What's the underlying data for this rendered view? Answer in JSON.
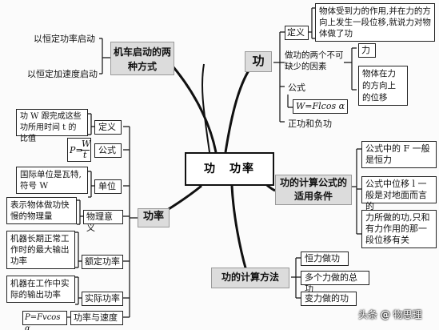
{
  "center": {
    "title": "功　功率"
  },
  "branches": {
    "gong": {
      "label": "功",
      "definition_tag": "定义",
      "definition": "物体受到力的作用,并在力的方向上发生一段位移,就说力对物体做了功",
      "factors_tag": "做功的两个不可缺少的因素",
      "factor_force": "力",
      "factor_displacement": "物体在力的方向上的位移",
      "formula_tag": "公式",
      "formula": "W=Flcos α",
      "positive_negative": "正功和负功"
    },
    "start_modes": {
      "label": "机车启动的两种方式",
      "mode1": "以恒定功率启动",
      "mode2": "以恒定加速度启动"
    },
    "formula_conditions": {
      "label": "功的计算公式的适用条件",
      "item1": "公式中的 F 一般是恒力",
      "item2": "公式中位移 l 一般是对地面而言的",
      "item3": "力所做的功,只和有力作用的那一段位移有关"
    },
    "calc_methods": {
      "label": "功的计算方法",
      "item1": "恒力做功",
      "item2": "多个力做的总功",
      "item3": "变力做的功"
    },
    "power": {
      "label": "功率",
      "definition_tag": "定义",
      "definition": "功 W 跟完成这些功所用时间 t 的比值",
      "formula_tag": "公式",
      "formula_lhs": "P=",
      "formula_num": "W",
      "formula_den": "t",
      "unit_tag": "单位",
      "unit": "国际单位是瓦特,符号 W",
      "meaning_tag": "物理意义",
      "meaning": "表示物体做功快慢的物理量",
      "rated_tag": "额定功率",
      "rated": "机器长期正常工作时的最大输出功率",
      "actual_tag": "实际功率",
      "actual": "机器在工作中实际的输出功率",
      "pv_tag": "功率与速度",
      "pv_formula": "P=Fvcos α"
    }
  },
  "watermark": {
    "prefix": "头条",
    "at": "@",
    "name": "物思理"
  }
}
